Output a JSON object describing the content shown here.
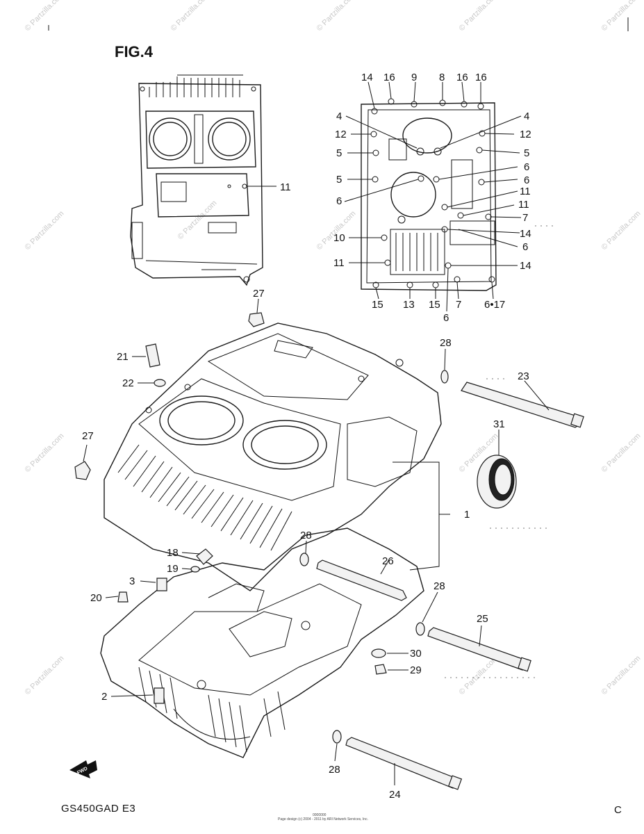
{
  "figure_title": "FIG.4",
  "model_code": "GS450GAD  E3",
  "footer_text": "Page design (c) 2004 - 2011 by ARI Network Services, Inc.",
  "footer_code": "0000000",
  "watermark": "© Partzilla.com",
  "fwd_label": "FWD",
  "corner_mark": "C",
  "callouts": {
    "top_left_11": "11",
    "bottom_tr": {
      "c14": "14",
      "c16a": "16",
      "c9": "9",
      "c8": "8",
      "c16b": "16",
      "c16c": "16",
      "c4l": "4",
      "c4r": "4",
      "c12l": "12",
      "c12r": "12",
      "c5a": "5",
      "c5b": "5",
      "c5c": "5",
      "c6a": "6",
      "c6b": "6",
      "c6c": "6",
      "c11a": "11",
      "c11b": "11",
      "c7a": "7",
      "c14b": "14",
      "c10": "10",
      "c6d": "6",
      "c11c": "11",
      "c14c": "14",
      "c15a": "15",
      "c13": "13",
      "c15b": "15",
      "c7b": "7",
      "c617": "6•17",
      "c6e": "6"
    },
    "main": {
      "p27a": "27",
      "p28a": "28",
      "p21": "21",
      "p22": "22",
      "p23": "23",
      "p31": "31",
      "p27b": "27",
      "p1": "1",
      "p28b": "28",
      "p18": "18",
      "p26": "26",
      "p19": "19",
      "p3": "3",
      "p28c": "28",
      "p20": "20",
      "p25": "25",
      "p30": "30",
      "p29": "29",
      "p2": "2",
      "p28d": "28",
      "p24": "24"
    }
  }
}
